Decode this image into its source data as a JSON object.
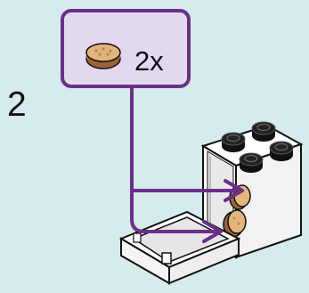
{
  "instruction": {
    "step_number": "2",
    "quantity_label": "2x",
    "part_icon": "round-tile-icon",
    "assembly_illustration": "cabinet-with-drawer-and-two-round-tiles"
  },
  "colors": {
    "background": "#d5ebec",
    "callout_border": "#6b2f8a",
    "callout_fill": "#e3d9ef",
    "arrow": "#6b2f8a",
    "part_tan": "#e2b67a",
    "part_brown": "#9a6438",
    "brick_black": "#111111"
  }
}
